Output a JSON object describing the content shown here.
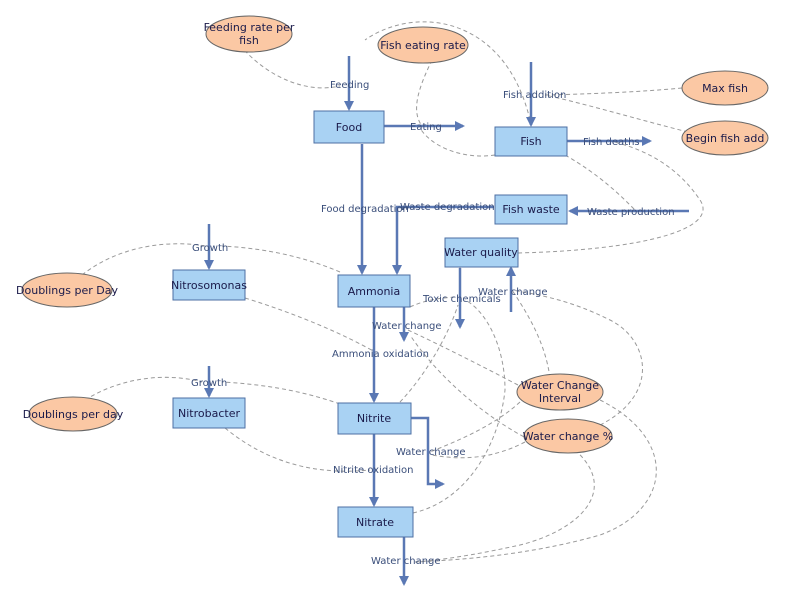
{
  "stocks": {
    "food": "Food",
    "fish": "Fish",
    "fish_waste": "Fish waste",
    "water_quality": "Water quality",
    "nitrosomonas": "Nitrosomonas",
    "ammonia": "Ammonia",
    "nitrobacter": "Nitrobacter",
    "nitrite": "Nitrite",
    "nitrate": "Nitrate"
  },
  "variables": {
    "feeding_rate": [
      "Feeding rate per",
      "fish"
    ],
    "fish_eating_rate": "Fish eating rate",
    "max_fish": "Max fish",
    "begin_fish_add": "Begin fish add",
    "doublings_per_day_upper": "Doublings per Day",
    "doublings_per_day_lower": "Doublings per day",
    "water_change_interval": [
      "Water Change",
      "Interval"
    ],
    "water_change_pct": "Water change %"
  },
  "flows": {
    "feeding": "Feeding",
    "eating": "Eating",
    "fish_addition": "Fish addition",
    "fish_deaths": "Fish deaths",
    "food_degradation": "Food degradation",
    "waste_degradation": "Waste degradation",
    "waste_production": "Waste production",
    "growth_upper": "Growth",
    "growth_lower": "Growth",
    "toxic_chemicals": "Toxic chemicals",
    "water_change_wq": "Water change",
    "water_change_ammonia": "Water change",
    "ammonia_oxidation": "Ammonia oxidation",
    "water_change_nitrite": "Water change",
    "nitrite_oxidation": "Nitrite oxidation",
    "water_change_nitrate": "Water change"
  }
}
